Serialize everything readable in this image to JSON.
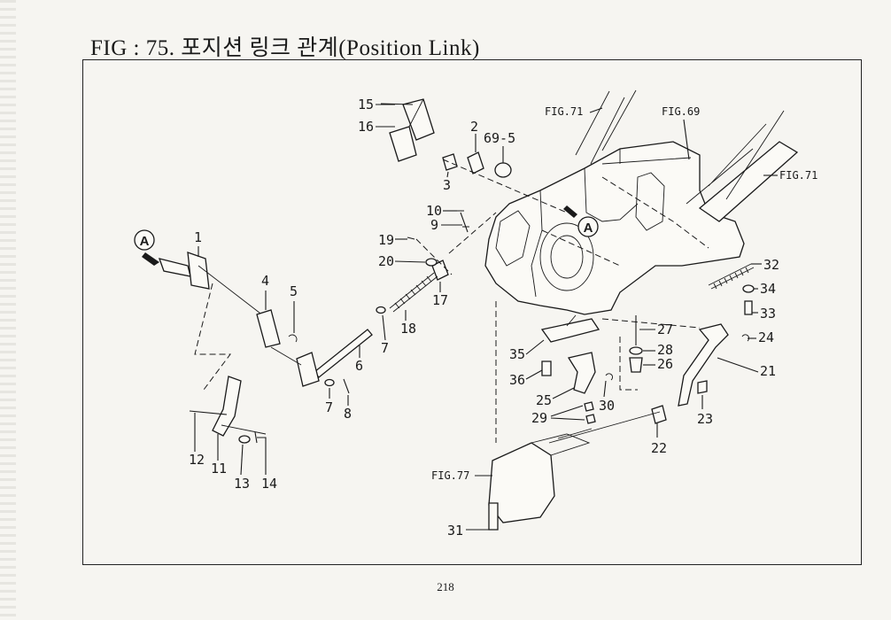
{
  "title": "FIG : 75. 포지션 링크 관계(Position Link)",
  "page_number": "218",
  "markers": [
    {
      "id": "marker-a-left",
      "letter": "A"
    },
    {
      "id": "marker-a-right",
      "letter": "A"
    }
  ],
  "figure_refs": [
    "FIG.71",
    "FIG.69",
    "FIG.71",
    "FIG.77"
  ],
  "part_labels": [
    "15",
    "16",
    "2",
    "69-5",
    "3",
    "10",
    "9",
    "19",
    "20",
    "17",
    "18",
    "1",
    "4",
    "5",
    "6",
    "7",
    "7",
    "8",
    "12",
    "11",
    "13",
    "14",
    "32",
    "34",
    "33",
    "27",
    "28",
    "26",
    "35",
    "36",
    "25",
    "30",
    "29",
    "24",
    "21",
    "23",
    "22",
    "31"
  ]
}
